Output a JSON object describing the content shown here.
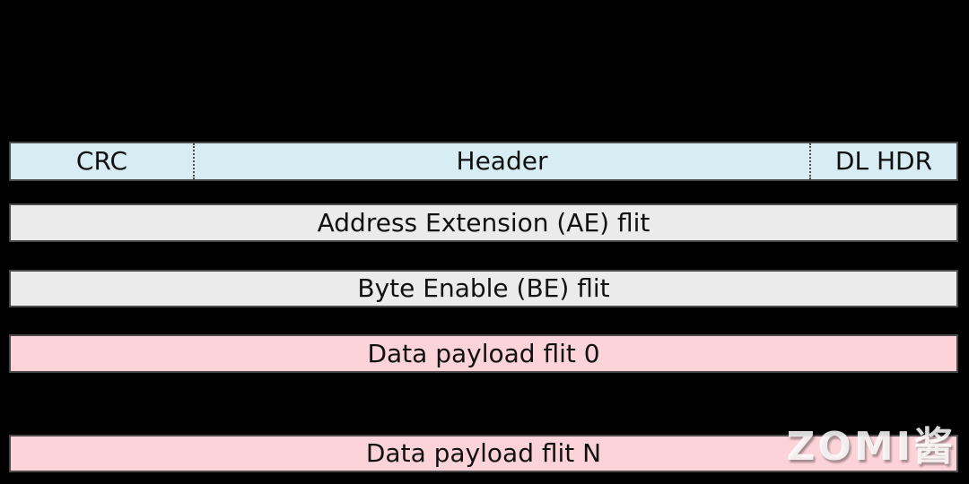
{
  "diagram": {
    "header_bar": {
      "fill": "#d7edf3",
      "segments": [
        {
          "label": "CRC"
        },
        {
          "label": "Header"
        },
        {
          "label": "DL HDR"
        }
      ]
    },
    "rows": [
      {
        "label": "Address Extension (AE) flit",
        "fill": "#ebebeb"
      },
      {
        "label": "Byte Enable (BE) flit",
        "fill": "#ebebeb"
      },
      {
        "label": "Data payload flit 0",
        "fill": "#fcd3d8"
      },
      {
        "label": "Data payload flit N",
        "fill": "#fcd3d8"
      }
    ],
    "text_color": "#111111",
    "divider_style": "dotted",
    "border_color": "#4a4a4a",
    "background_color": "#000000"
  },
  "watermark": {
    "text": "ZOMI酱",
    "color": "#ffffff"
  }
}
